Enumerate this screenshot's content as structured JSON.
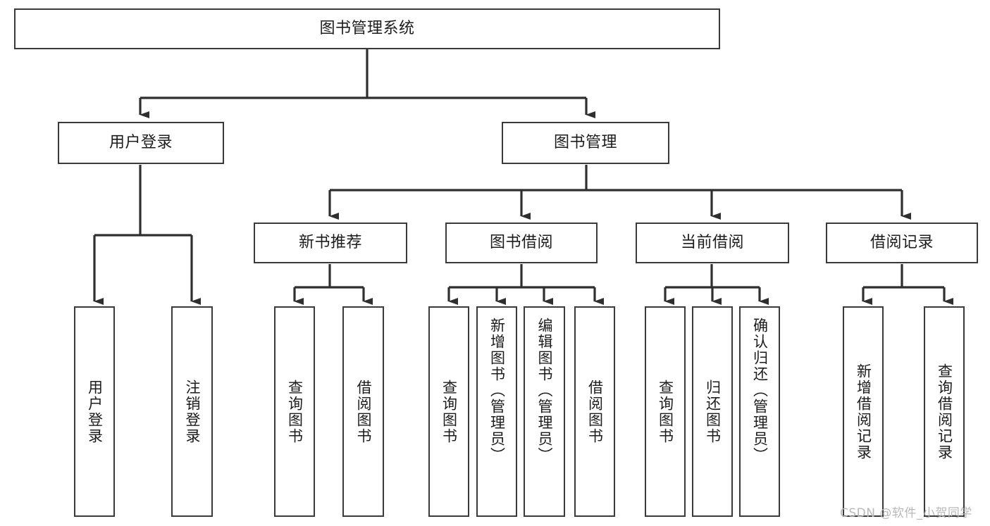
{
  "diagram": {
    "type": "tree-hierarchy-flowchart",
    "title": "图书管理系统",
    "root": {
      "id": "root",
      "label": "图书管理系统"
    },
    "level1": [
      {
        "id": "user-login",
        "label": "用户登录"
      },
      {
        "id": "book-management",
        "label": "图书管理"
      }
    ],
    "level2": [
      {
        "id": "new-book-recommend",
        "label": "新书推荐",
        "parent": "book-management"
      },
      {
        "id": "book-borrow",
        "label": "图书借阅",
        "parent": "book-management"
      },
      {
        "id": "current-borrow",
        "label": "当前借阅",
        "parent": "book-management"
      },
      {
        "id": "borrow-record",
        "label": "借阅记录",
        "parent": "book-management"
      }
    ],
    "leaves": {
      "user_login": [
        {
          "id": "leaf-user-login",
          "label": "用户登录"
        },
        {
          "id": "leaf-logout-login",
          "label": "注销登录"
        }
      ],
      "new_book_recommend": [
        {
          "id": "leaf-query-book-1",
          "label": "查询图书"
        },
        {
          "id": "leaf-borrow-book-1",
          "label": "借阅图书"
        }
      ],
      "book_borrow": [
        {
          "id": "leaf-query-book-2",
          "label": "查询图书"
        },
        {
          "id": "leaf-add-book",
          "label": "新增图书（管理员）"
        },
        {
          "id": "leaf-edit-book",
          "label": "编辑图书（管理员）"
        },
        {
          "id": "leaf-borrow-book-2",
          "label": "借阅图书"
        }
      ],
      "current_borrow": [
        {
          "id": "leaf-query-book-3",
          "label": "查询图书"
        },
        {
          "id": "leaf-return-book",
          "label": "归还图书"
        },
        {
          "id": "leaf-confirm-return",
          "label": "确认归还（管理员）"
        }
      ],
      "borrow_record": [
        {
          "id": "leaf-add-record",
          "label": "新增借阅记录"
        },
        {
          "id": "leaf-query-record",
          "label": "查询借阅记录"
        }
      ]
    }
  },
  "watermark": {
    "text": "CSDN @软件_小贺同学"
  },
  "colors": {
    "stroke": "#3a3a3a",
    "fill": "#ffffff",
    "text": "#1c1c1c",
    "watermark": "#b9b9b9"
  }
}
